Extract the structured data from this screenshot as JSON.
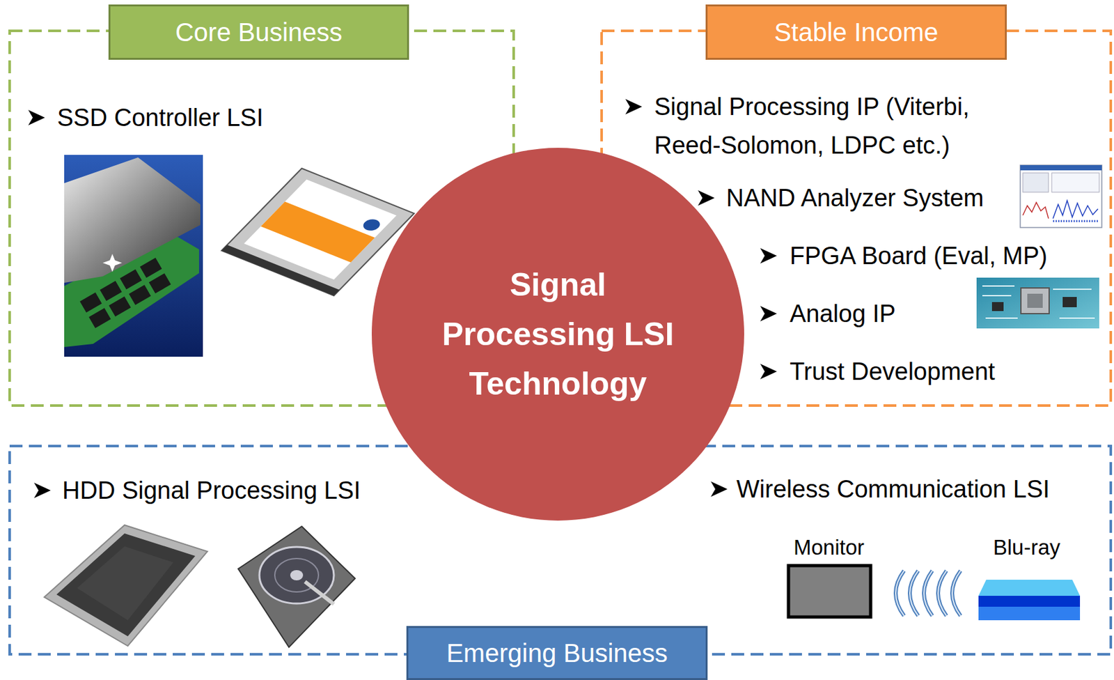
{
  "diagram": {
    "nodes": [
      {
        "text": [
          "Core Business",
          "SSD Controller LSI"
        ]
      },
      {
        "text": [
          "Stable Income",
          "Signal Processing IP (Viterbi, Reed-Solomon, LDPC etc.)",
          "NAND Analyzer System",
          "FPGA Board (Eval, MP)",
          "Analog IP",
          "Trust Development"
        ]
      },
      {
        "text": [
          "Signal Processing LSI Technology"
        ]
      },
      {
        "text": [
          "Emerging Business",
          "HDD Signal Processing LSI",
          "Wireless Communication LSI"
        ]
      }
    ],
    "labels": [
      "Monitor",
      "Blu-ray"
    ]
  }
}
